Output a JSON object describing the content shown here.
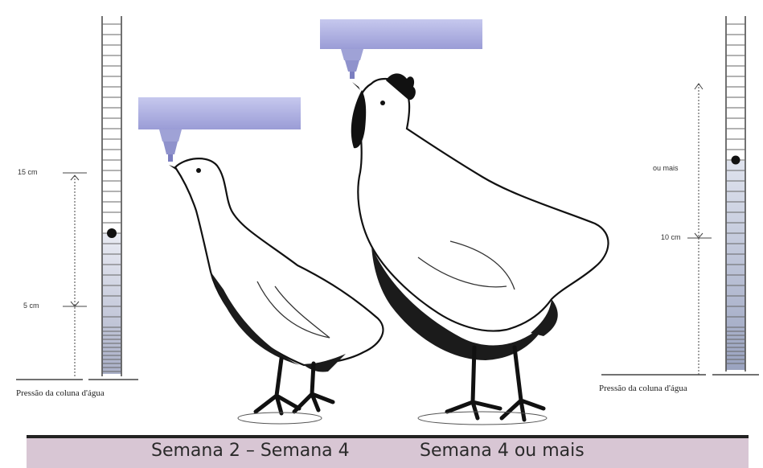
{
  "left_gauge": {
    "mark_top": "15 cm",
    "mark_bottom": "5 cm",
    "caption": "Pressão da coluna d'água"
  },
  "right_gauge": {
    "mark_top": "ou mais",
    "mark_bottom": "10 cm",
    "caption": "Pressão da coluna d'água"
  },
  "footer": {
    "stage_1": "Semana 2 – Semana 4",
    "stage_2": "Semana 4 ou mais",
    "bar_color": "#d8c6d4"
  },
  "colors": {
    "pipe_fill": "#a9abdc",
    "water_fill": "#c4cad8"
  }
}
